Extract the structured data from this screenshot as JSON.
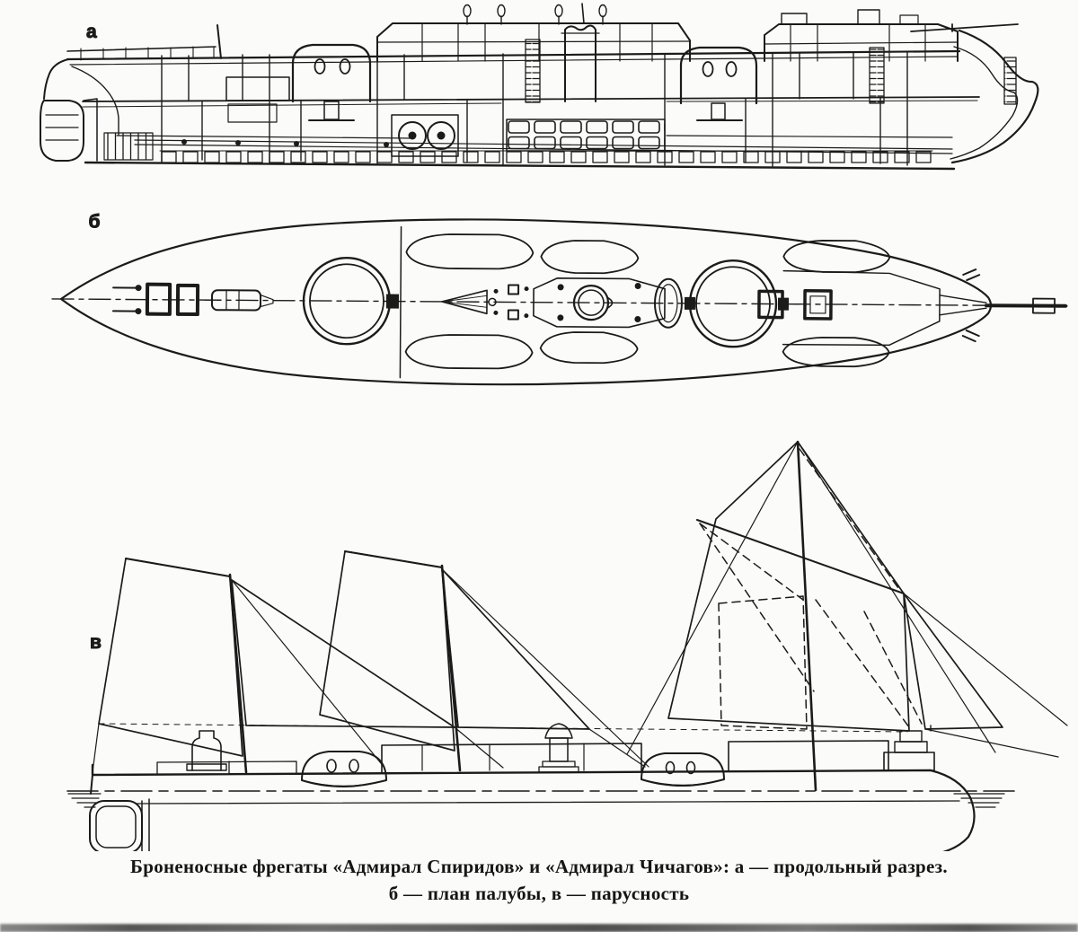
{
  "page": {
    "background": "#fbfbf9",
    "ink": "#1b1b1b"
  },
  "figure": {
    "view_labels": {
      "a": "а",
      "b": "б",
      "v": "в"
    },
    "caption": {
      "line1": "Броненосные фрегаты «Адмирал Спиридов» и «Адмирал Чичагов»: а — продольный разрез.",
      "line2": "б — план палубы, в — парусность"
    }
  }
}
